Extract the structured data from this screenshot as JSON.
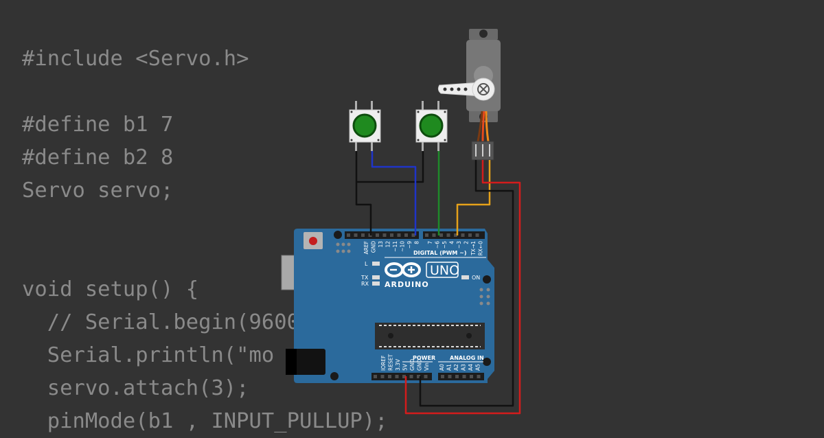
{
  "editor": {
    "lines": [
      "#include <Servo.h>",
      "",
      "#define b1 7",
      "#define b2 8",
      "Servo servo;",
      "",
      "",
      "void setup() {",
      "  // Serial.begin(9600);",
      "  Serial.println(\"mo",
      "  servo.attach(3);",
      "  pinMode(b1 , INPUT_PULLUP);"
    ]
  },
  "board": {
    "model_label": "UNO",
    "brand_label": "ARDUINO",
    "digital_header_label": "DIGITAL (PWM ~)",
    "power_label": "POWER",
    "analog_label": "ANALOG IN",
    "led_l_label": "L",
    "led_tx_label": "TX",
    "led_rx_label": "RX",
    "led_on_label": "ON",
    "digital_pin_labels": [
      "AREF",
      "GND",
      "13",
      "12",
      "~11",
      "~10",
      "~9",
      "8",
      "7",
      "~6",
      "~5",
      "4",
      "~3",
      "2",
      "TX→1",
      "RX←0"
    ],
    "power_pin_labels": [
      "IOREF",
      "RESET",
      "3.3V",
      "5V",
      "GND",
      "GND",
      "Vin"
    ],
    "analog_pin_labels": [
      "A0",
      "A1",
      "A2",
      "A3",
      "A4",
      "A5"
    ]
  },
  "colors": {
    "background": "#333333",
    "code_text": "#8a8a8a",
    "board_blue": "#2b6a9c",
    "wire_black": "#111111",
    "wire_blue": "#1f34c8",
    "wire_green": "#1e8a2a",
    "wire_orange": "#e6a21a",
    "wire_red": "#d41c1c",
    "button_cap": "#1f8a1f"
  }
}
